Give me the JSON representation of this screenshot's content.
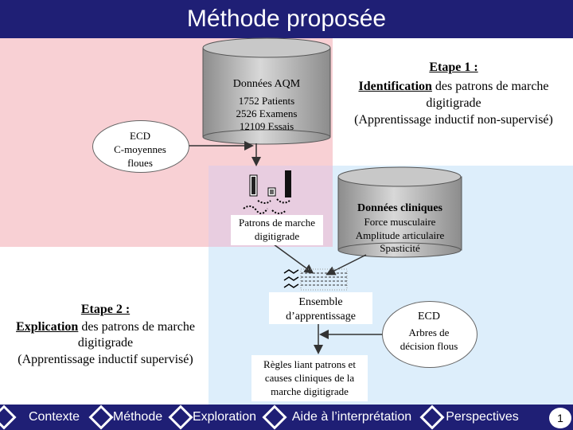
{
  "title": "Méthode proposée",
  "cylinder_aqm": {
    "label": "Données AQM",
    "lines": [
      "1752 Patients",
      "2526 Examens",
      "12109 Essais"
    ]
  },
  "step1": {
    "heading": "Etape 1 :",
    "emphasis": "Identification",
    "rest": " des patrons de marche digitigrade",
    "sub": "(Apprentissage inductif non-supervisé)"
  },
  "ecd_cmeans": {
    "lines": [
      "ECD",
      "C-moyennes",
      "floues"
    ]
  },
  "patterns": {
    "lines": [
      "Patrons de marche",
      "digitigrade"
    ]
  },
  "cylinder_clinical": {
    "label": "Données cliniques",
    "lines": [
      "Force musculaire",
      "Amplitude articulaire",
      "Spasticité"
    ]
  },
  "training_set": {
    "lines": [
      "Ensemble",
      "d’apprentissage"
    ]
  },
  "step2": {
    "heading": "Etape 2 :",
    "emphasis": "Explication",
    "rest": " des patrons de marche digitigrade",
    "sub": "(Apprentissage inductif supervisé)"
  },
  "ecd_trees": {
    "lines": [
      "ECD",
      "Arbres de",
      "décision flous"
    ]
  },
  "rules": {
    "lines": [
      "Règles liant patrons et",
      "causes cliniques de la",
      "marche digitigrade"
    ]
  },
  "nav": {
    "items": [
      "Contexte",
      "Méthode",
      "Exploration",
      "Aide à l’interprétation",
      "Perspectives"
    ],
    "page": "1"
  },
  "colors": {
    "header": "#1f1f75",
    "pink_zone": "#f8d0d4",
    "blue_zone": "#ddeefb",
    "overlap_zone": "#e8cde0",
    "cylinder_fill": "#a8a8a8",
    "arrow": "#333333"
  }
}
